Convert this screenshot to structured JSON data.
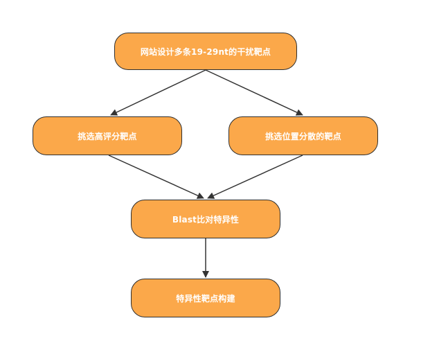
{
  "nodes": {
    "top": "网站设计多条19-29nt的干扰靶点",
    "left": "挑选高评分靶点",
    "right": "挑选位置分散的靶点",
    "blast": "Blast比对特异性",
    "build": "特异性靶点构建"
  },
  "colors": {
    "node_fill": "#fba84a",
    "node_border": "#2e2e2e",
    "node_text": "#ffffff",
    "arrow": "#333333"
  }
}
